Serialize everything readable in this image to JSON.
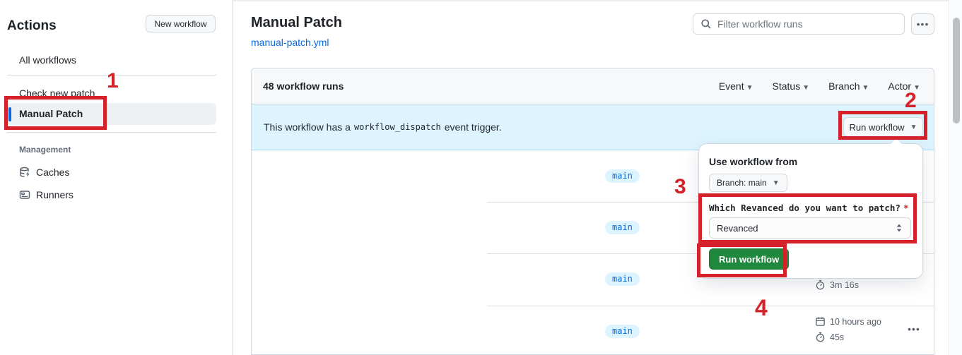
{
  "sidebar": {
    "title": "Actions",
    "new_workflow_button": "New workflow",
    "items": [
      {
        "label": "All workflows"
      },
      {
        "label": "Check new patch"
      },
      {
        "label": "Manual Patch",
        "selected": true
      }
    ],
    "management": {
      "label": "Management",
      "items": [
        {
          "label": "Caches",
          "icon": "cache-icon"
        },
        {
          "label": "Runners",
          "icon": "runners-icon"
        }
      ]
    }
  },
  "header": {
    "title": "Manual Patch",
    "file_link": "manual-patch.yml",
    "filter_placeholder": "Filter workflow runs",
    "more_button": "…"
  },
  "table": {
    "runs_count_label": "48 workflow runs",
    "filters": [
      {
        "label": "Event"
      },
      {
        "label": "Status"
      },
      {
        "label": "Branch"
      },
      {
        "label": "Actor"
      }
    ],
    "banner": {
      "text_before": "This workflow has a",
      "code": "workflow_dispatch",
      "text_after": "event trigger.",
      "run_workflow_button": "Run workflow"
    },
    "rows": [
      {
        "branch": "main"
      },
      {
        "branch": "main"
      },
      {
        "branch": "main",
        "duration": "3m 16s"
      },
      {
        "branch": "main",
        "date": "10 hours ago",
        "duration": "45s"
      }
    ]
  },
  "run_dialog": {
    "use_workflow_from": "Use workflow from",
    "branch_button": "Branch: main",
    "input_label": "Which Revanced do you want to patch?",
    "required_mark": "*",
    "select_value": "Revanced",
    "run_button": "Run workflow"
  },
  "annotations": {
    "step1": "1",
    "step2": "2",
    "step3": "3",
    "step4": "4"
  },
  "colors": {
    "accent_blue": "#0969da",
    "banner_bg": "#ddf4ff",
    "badge_bg": "#ddf4ff",
    "button_green": "#1f883d",
    "annotation_red": "#d5222a"
  }
}
